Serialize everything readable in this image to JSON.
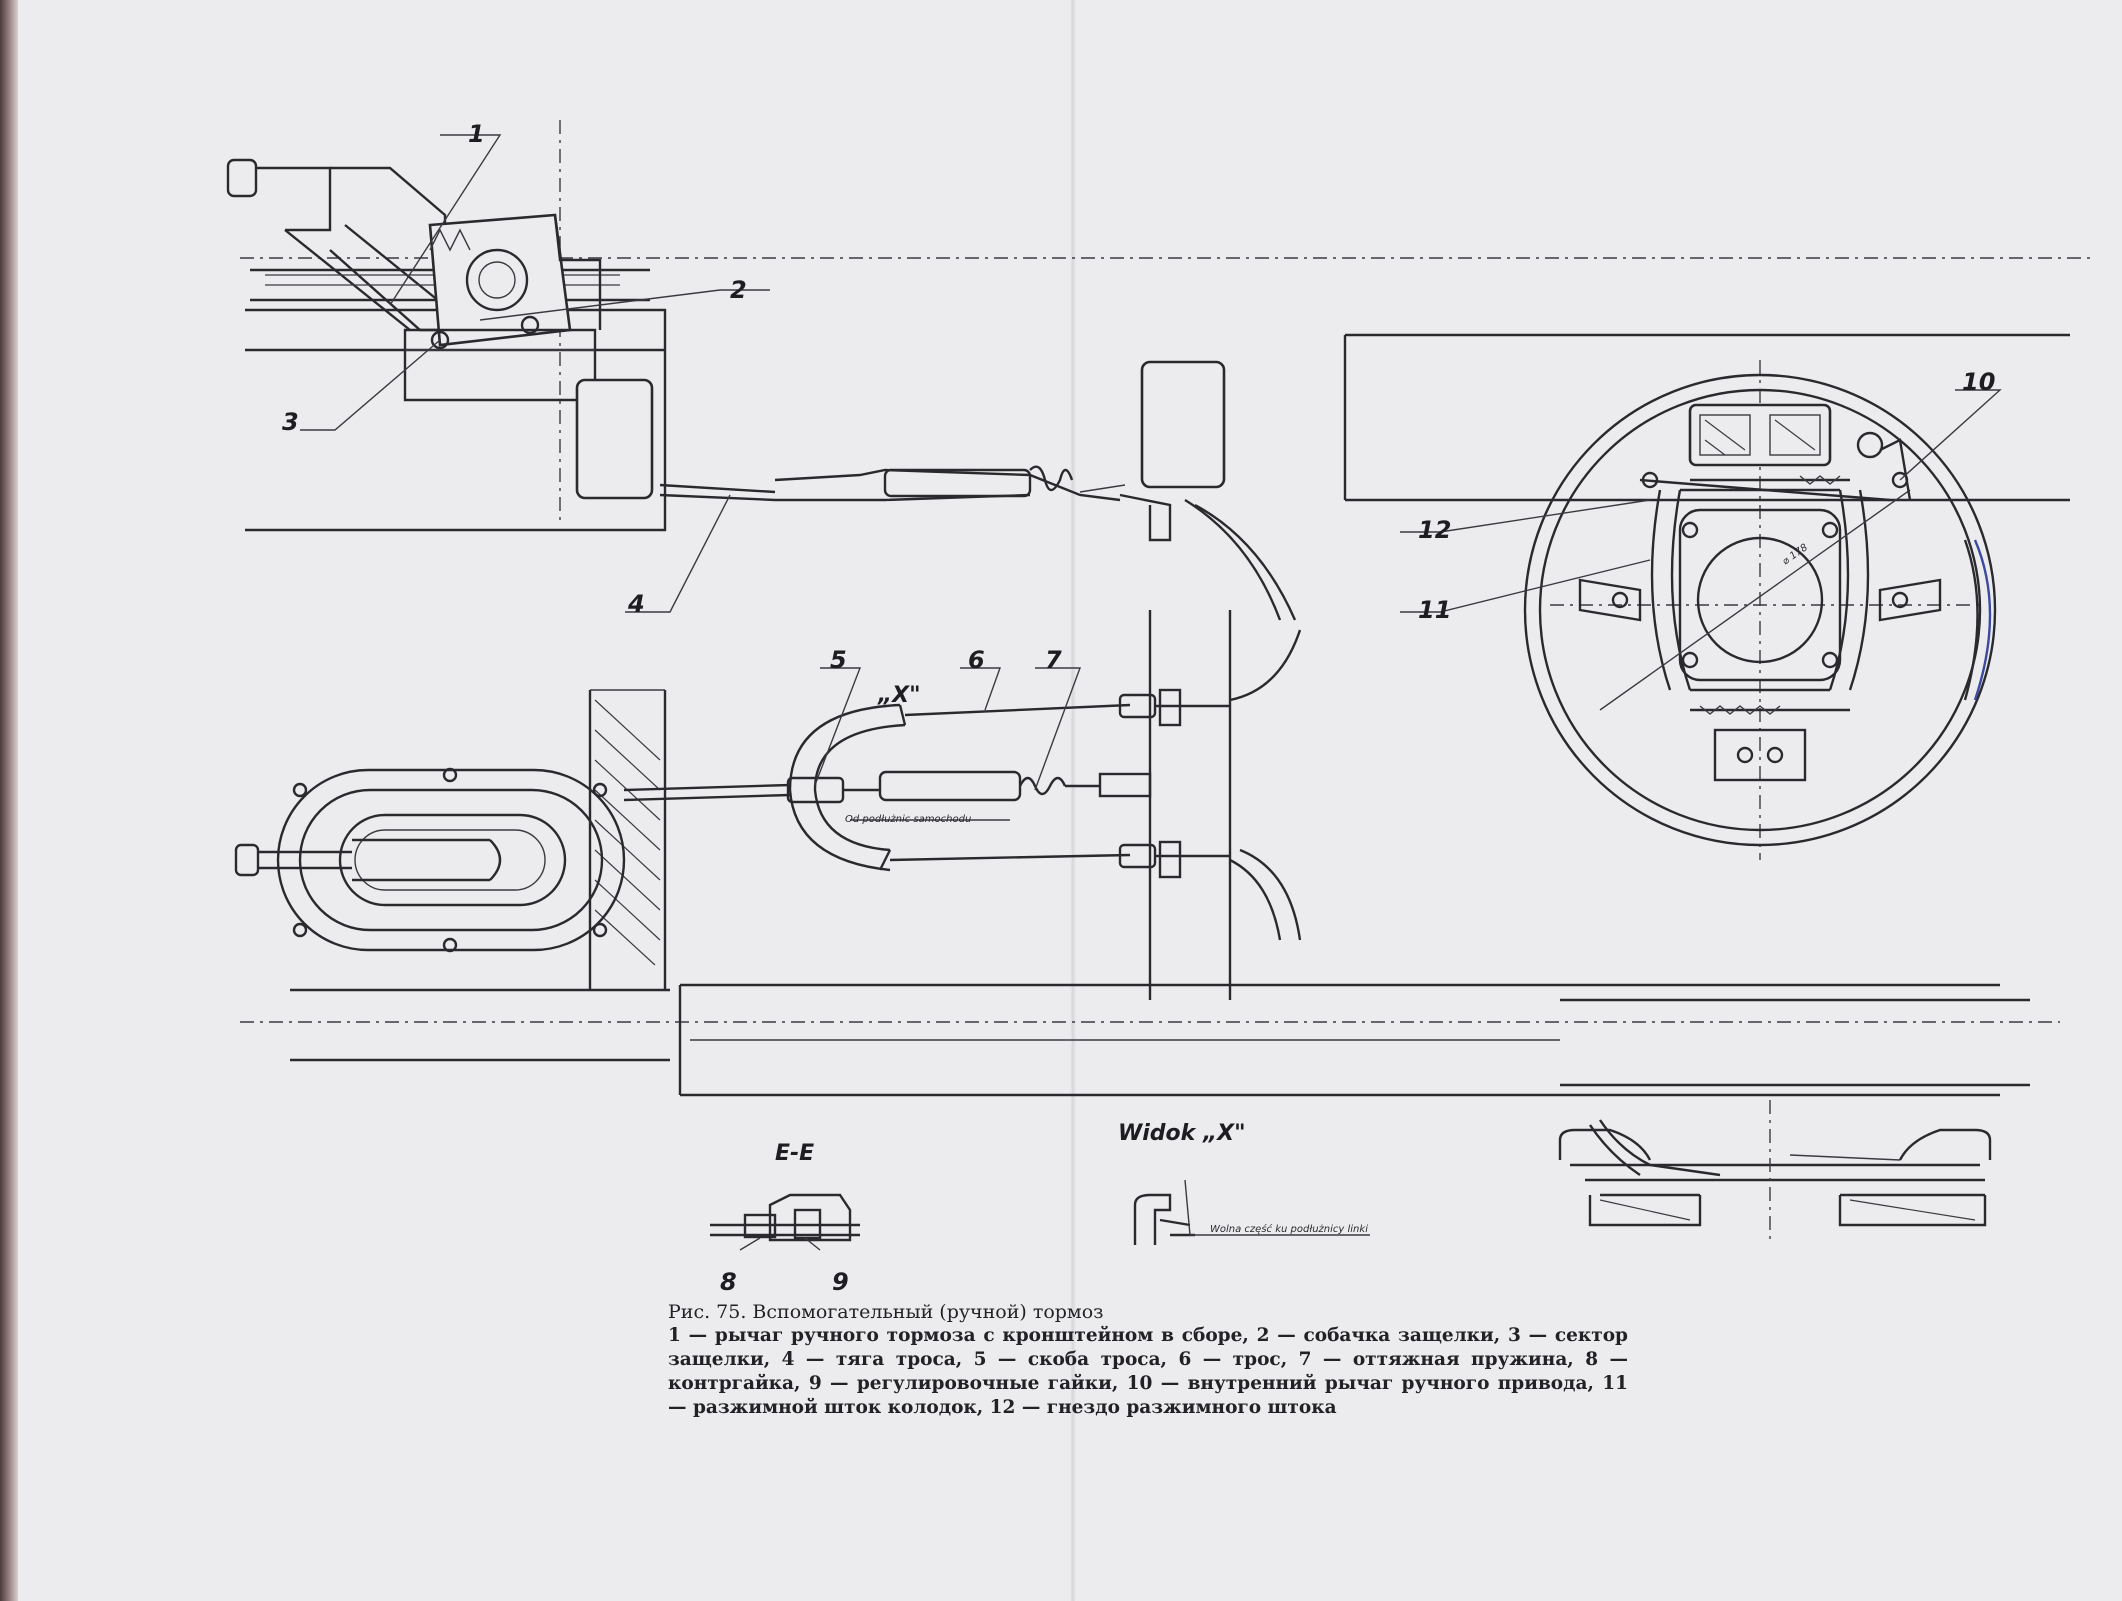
{
  "figure": {
    "caption_title": "Рис. 75. Вспомогательный (ручной) тормоз",
    "caption_body": "1 — рычаг ручного тормоза с кронштейном в сборе, 2 — собачка защелки, 3 — сектор защелки, 4 — тяга троса, 5 — скоба троса, 6 — трос, 7 — оттяжная пружина, 8 — контргайка, 9 — регулировочные гайки, 10 — внутренний рычаг ручного привода, 11 — разжимной шток колодок, 12 — гнездо разжимного штока"
  },
  "callouts": [
    "1",
    "2",
    "3",
    "4",
    "5",
    "6",
    "7",
    "8",
    "9",
    "10",
    "11",
    "12"
  ],
  "labels": {
    "view_x_marker": "„X\"",
    "section_title": "E-E",
    "view_title": "Widok „X\"",
    "drum_dim": "⌀ 178",
    "note_cable": "Od podłużnic samochodu",
    "note_view": "Wolna część ku podłużnicy linki"
  }
}
